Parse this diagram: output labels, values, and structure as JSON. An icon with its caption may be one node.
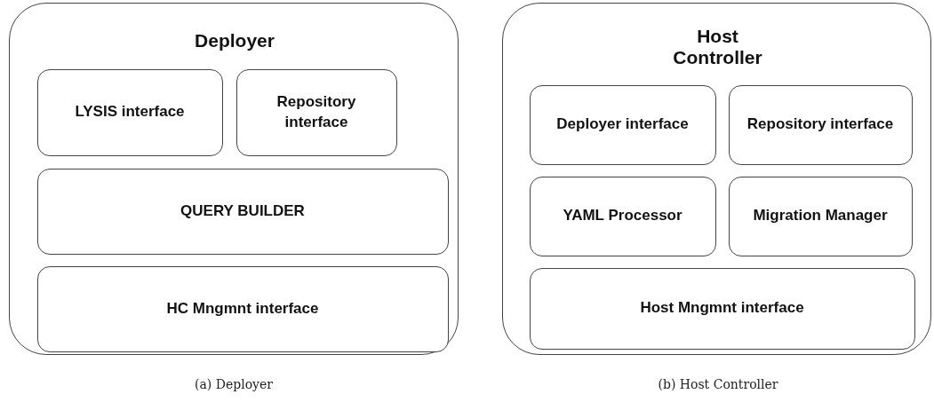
{
  "diagram": {
    "nodes": [
      {
        "text": [
          "Deployer"
        ]
      },
      {
        "text": [
          "LYSIS interface"
        ],
        "in": 0
      },
      {
        "text": [
          "Repository interface"
        ],
        "in": 0
      },
      {
        "text": [
          "QUERY BUILDER"
        ],
        "in": 0
      },
      {
        "text": [
          "HC Mngmnt interface"
        ],
        "in": 0
      },
      {
        "text": [
          "Host Controller"
        ]
      },
      {
        "text": [
          "Deployer interface"
        ],
        "in": 5
      },
      {
        "text": [
          "Repository interface"
        ],
        "in": 5
      },
      {
        "text": [
          "YAML Processor"
        ],
        "in": 5
      },
      {
        "text": [
          "Migration Manager"
        ],
        "in": 5
      },
      {
        "text": [
          "Host Mngmnt interface"
        ],
        "in": 5
      }
    ],
    "labels": [
      "(a) Deployer",
      "(b) Host Controller"
    ]
  }
}
